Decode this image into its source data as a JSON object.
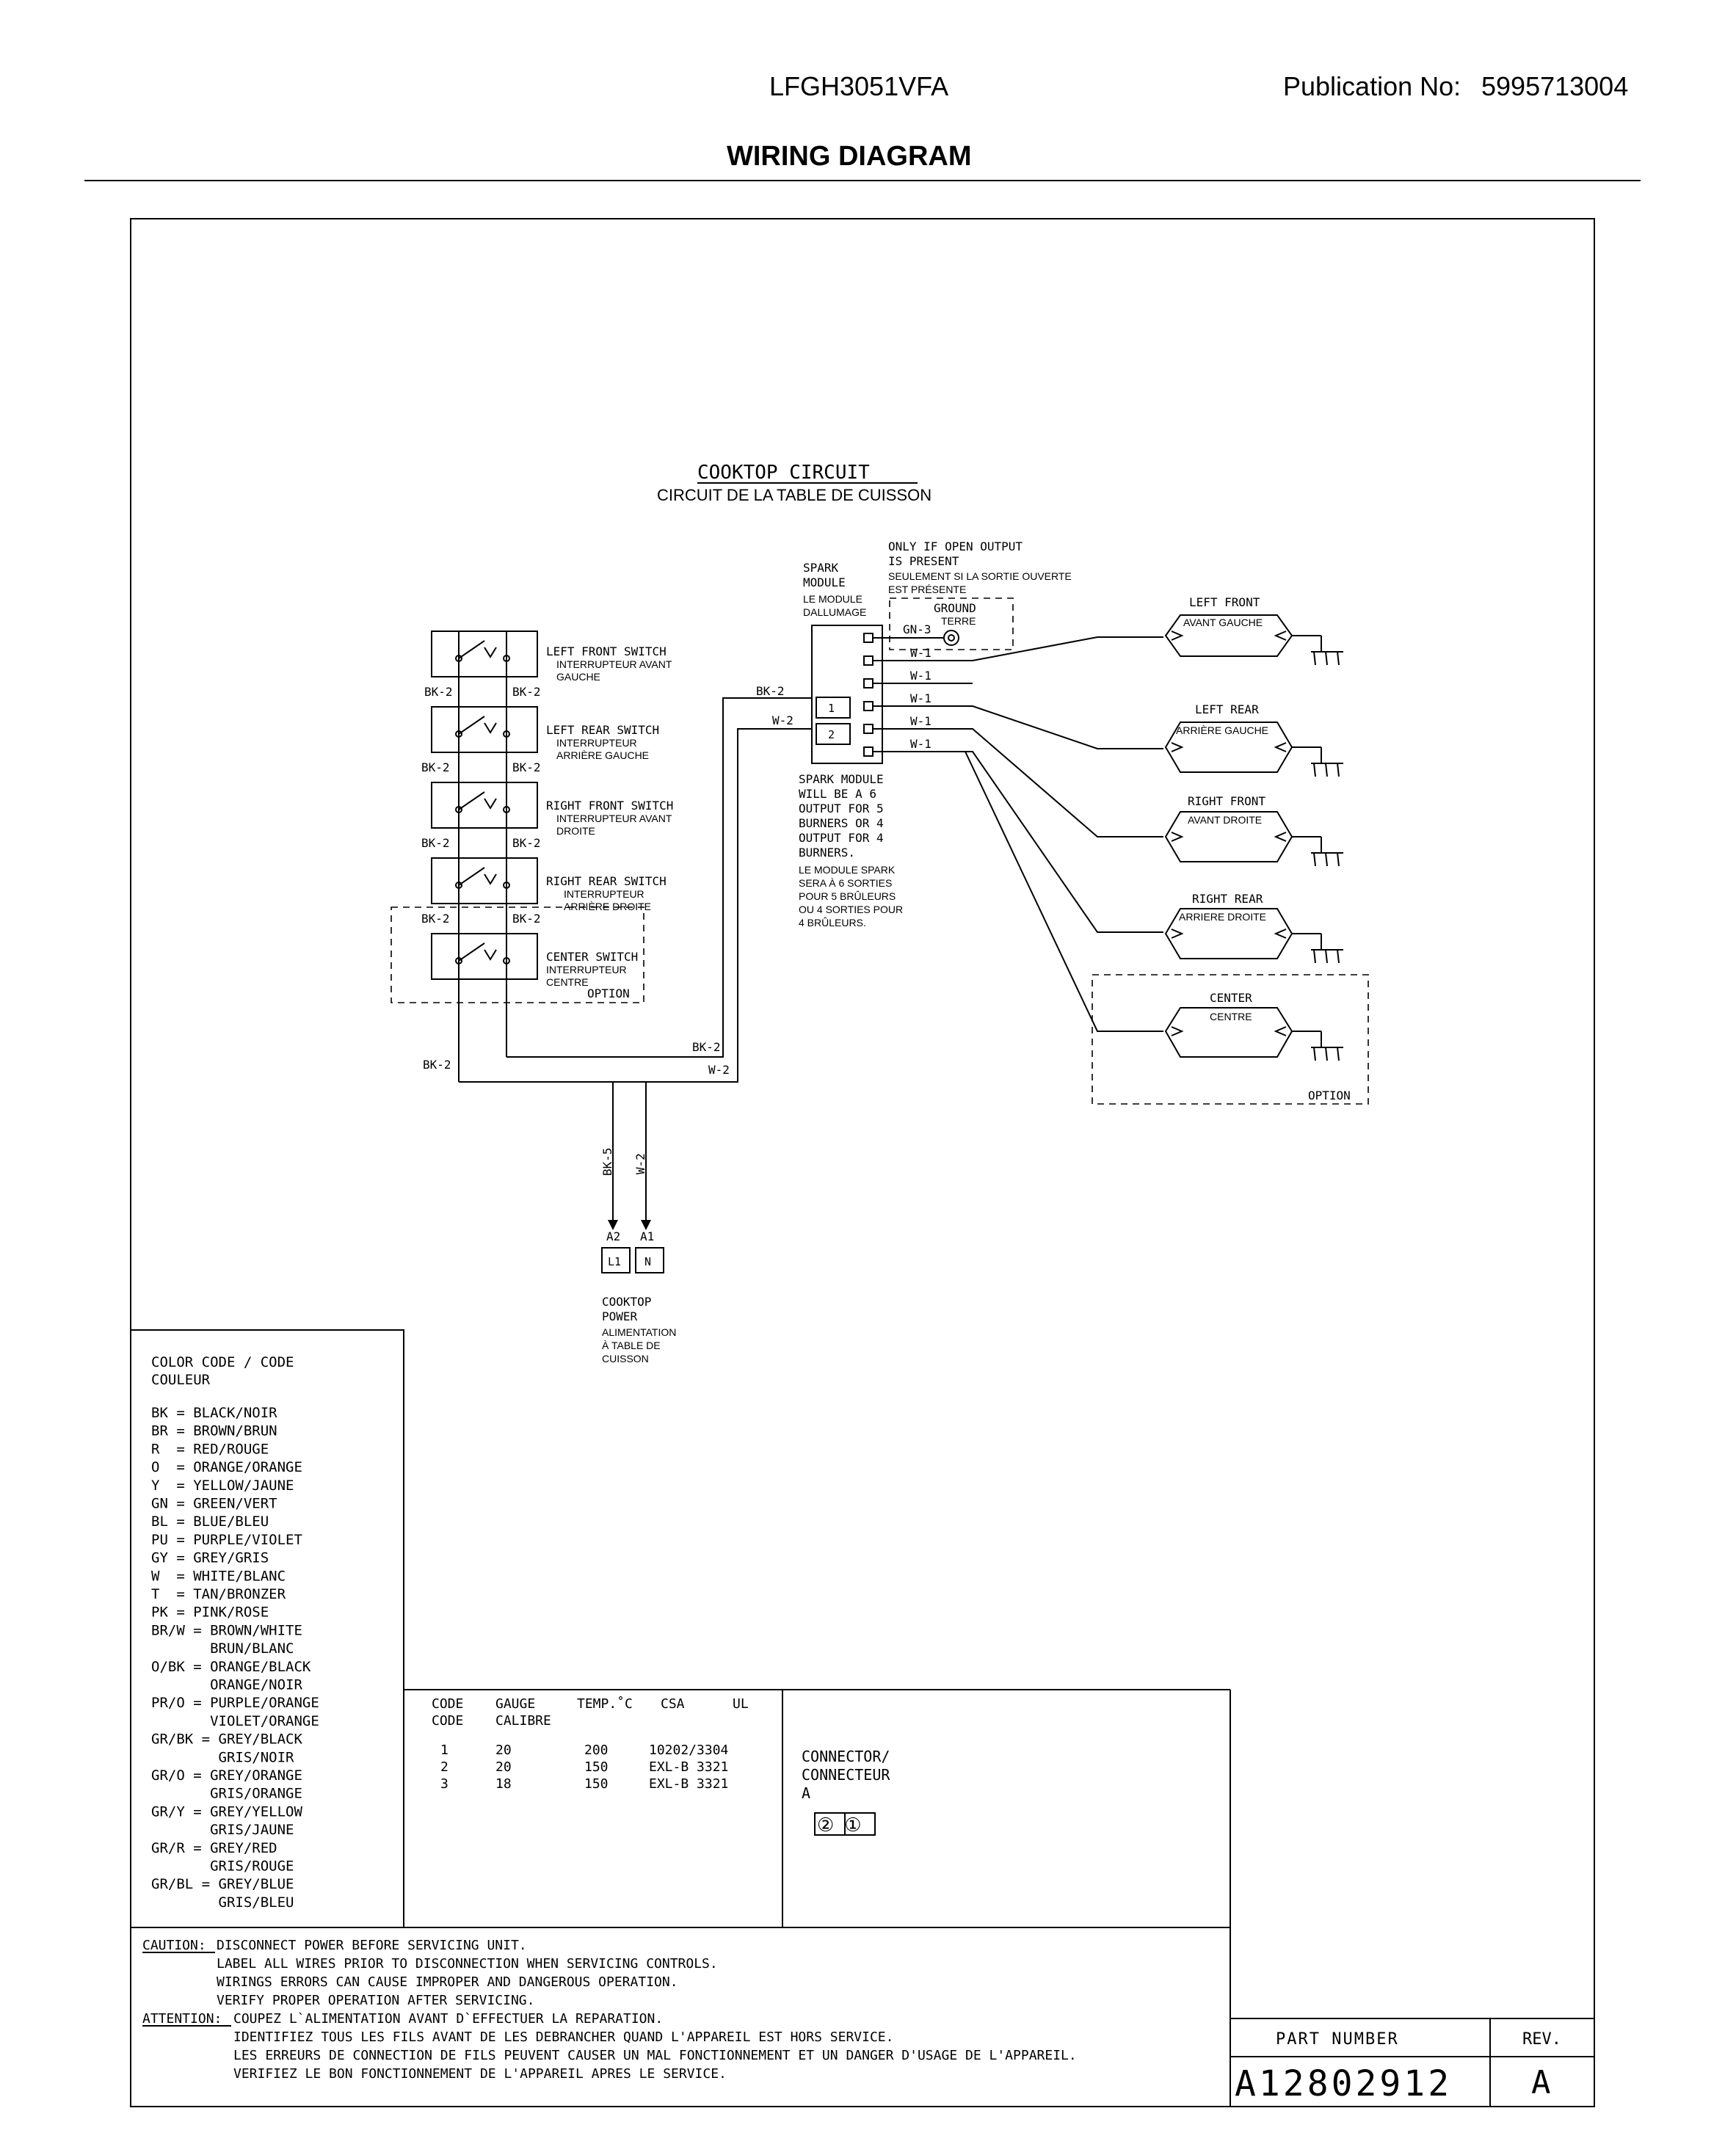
{
  "header": {
    "model": "LFGH3051VFA",
    "publication_label": "Publication No:",
    "publication_number": "5995713004",
    "title": "WIRING DIAGRAM"
  },
  "circuit": {
    "title": "COOKTOP CIRCUIT",
    "title_fr": "CIRCUIT DE LA TABLE DE CUISSON"
  },
  "switches": [
    {
      "name": "LEFT FRONT SWITCH",
      "fr1": "INTERRUPTEUR AVANT",
      "fr2": "GAUCHE"
    },
    {
      "name": "LEFT REAR SWITCH",
      "fr1": "INTERRUPTEUR",
      "fr2": "ARRIÈRE GAUCHE"
    },
    {
      "name": "RIGHT FRONT SWITCH",
      "fr1": "INTERRUPTEUR AVANT",
      "fr2": "DROITE"
    },
    {
      "name": "RIGHT REAR SWITCH",
      "fr1": "INTERRUPTEUR",
      "fr2": "ARRIÈRE DROITE"
    },
    {
      "name": "CENTER SWITCH",
      "fr1": "INTERRUPTEUR",
      "fr2": "CENTRE"
    }
  ],
  "wires": {
    "bk2": "BK-2",
    "w2": "W-2",
    "w1": "W-1",
    "gn3": "GN-3",
    "bk5": "BK-5",
    "w2v": "W-2"
  },
  "option": "OPTION",
  "spark": {
    "l1": "SPARK",
    "l2": "MODULE",
    "fr1": "LE MODULE",
    "fr2": "DALLUMAGE",
    "pin1": "1",
    "pin2": "2",
    "note": [
      "SPARK MODULE",
      "WILL BE A 6",
      "OUTPUT FOR 5",
      "BURNERS OR 4",
      "OUTPUT FOR 4",
      "BURNERS."
    ],
    "note_fr": [
      "LE MODULE SPARK",
      "SERA À 6 SORTIES",
      "POUR 5 BRÛLEURS",
      "OU 4 SORTIES POUR",
      "4 BRÛLEURS."
    ]
  },
  "open_output": {
    "l1": "ONLY IF OPEN OUTPUT",
    "l2": "IS PRESENT",
    "fr1": "SEULEMENT SI LA SORTIE OUVERTE",
    "fr2": "EST PRÉSENTE"
  },
  "ground": {
    "en": "GROUND",
    "fr": "TERRE"
  },
  "burners": [
    {
      "en": "LEFT FRONT",
      "fr": "AVANT GAUCHE"
    },
    {
      "en": "LEFT REAR",
      "fr": "ARRIÈRE GAUCHE"
    },
    {
      "en": "RIGHT FRONT",
      "fr": "AVANT DROITE"
    },
    {
      "en": "RIGHT REAR",
      "fr": "ARRIERE DROITE"
    },
    {
      "en": "CENTER",
      "fr": "CENTRE"
    }
  ],
  "power": {
    "a2": "A2",
    "a1": "A1",
    "l1": "L1",
    "n": "N",
    "en1": "COOKTOP",
    "en2": "POWER",
    "fr1": "ALIMENTATION",
    "fr2": "À TABLE DE",
    "fr3": "CUISSON"
  },
  "color_code": {
    "title1": "COLOR CODE / CODE",
    "title2": "COULEUR",
    "lines": [
      "BK = BLACK/NOIR",
      "BR = BROWN/BRUN",
      "R  = RED/ROUGE",
      "O  = ORANGE/ORANGE",
      "Y  = YELLOW/JAUNE",
      "GN = GREEN/VERT",
      "BL = BLUE/BLEU",
      "PU = PURPLE/VIOLET",
      "GY = GREY/GRIS",
      "W  = WHITE/BLANC",
      "T  = TAN/BRONZER",
      "PK = PINK/ROSE",
      "BR/W = BROWN/WHITE",
      "       BRUN/BLANC",
      "O/BK = ORANGE/BLACK",
      "       ORANGE/NOIR",
      "PR/O = PURPLE/ORANGE",
      "       VIOLET/ORANGE",
      "GR/BK = GREY/BLACK",
      "        GRIS/NOIR",
      "GR/O = GREY/ORANGE",
      "       GRIS/ORANGE",
      "GR/Y = GREY/YELLOW",
      "       GRIS/JAUNE",
      "GR/R = GREY/RED",
      "       GRIS/ROUGE",
      "GR/BL = GREY/BLUE",
      "        GRIS/BLEU"
    ]
  },
  "gauge_table": {
    "headers1": [
      "CODE",
      "GAUGE",
      "TEMP.˚C",
      "CSA",
      "UL"
    ],
    "headers2": [
      "CODE",
      "CALIBRE"
    ],
    "rows": [
      [
        "1",
        "20",
        "200",
        "10202/3304"
      ],
      [
        "2",
        "20",
        "150",
        "EXL-B 3321"
      ],
      [
        "3",
        "18",
        "150",
        "EXL-B 3321"
      ]
    ]
  },
  "connector": {
    "l1": "CONNECTOR/",
    "l2": "CONNECTEUR",
    "l3": "A",
    "pins": "②①"
  },
  "caution": {
    "label": "CAUTION:",
    "lines": [
      "DISCONNECT POWER BEFORE SERVICING UNIT.",
      "LABEL ALL WIRES PRIOR TO DISCONNECTION WHEN SERVICING CONTROLS.",
      "WIRINGS ERRORS CAN CAUSE IMPROPER AND DANGEROUS OPERATION.",
      "VERIFY PROPER OPERATION AFTER SERVICING."
    ],
    "att_label": "ATTENTION:",
    "att_lines": [
      "COUPEZ L`ALIMENTATION AVANT D`EFFECTUER LA REPARATION.",
      "IDENTIFIEZ TOUS LES FILS AVANT DE LES DEBRANCHER QUAND L'APPAREIL EST HORS SERVICE.",
      "LES ERREURS DE CONNECTION DE FILS PEUVENT CAUSER UN MAL FONCTIONNEMENT ET UN DANGER D'USAGE DE L'APPAREIL.",
      "VERIFIEZ LE BON FONCTIONNEMENT DE L'APPAREIL APRES LE SERVICE."
    ]
  },
  "part": {
    "label": "PART NUMBER",
    "rev_label": "REV.",
    "number": "A12802912",
    "rev": "A"
  }
}
